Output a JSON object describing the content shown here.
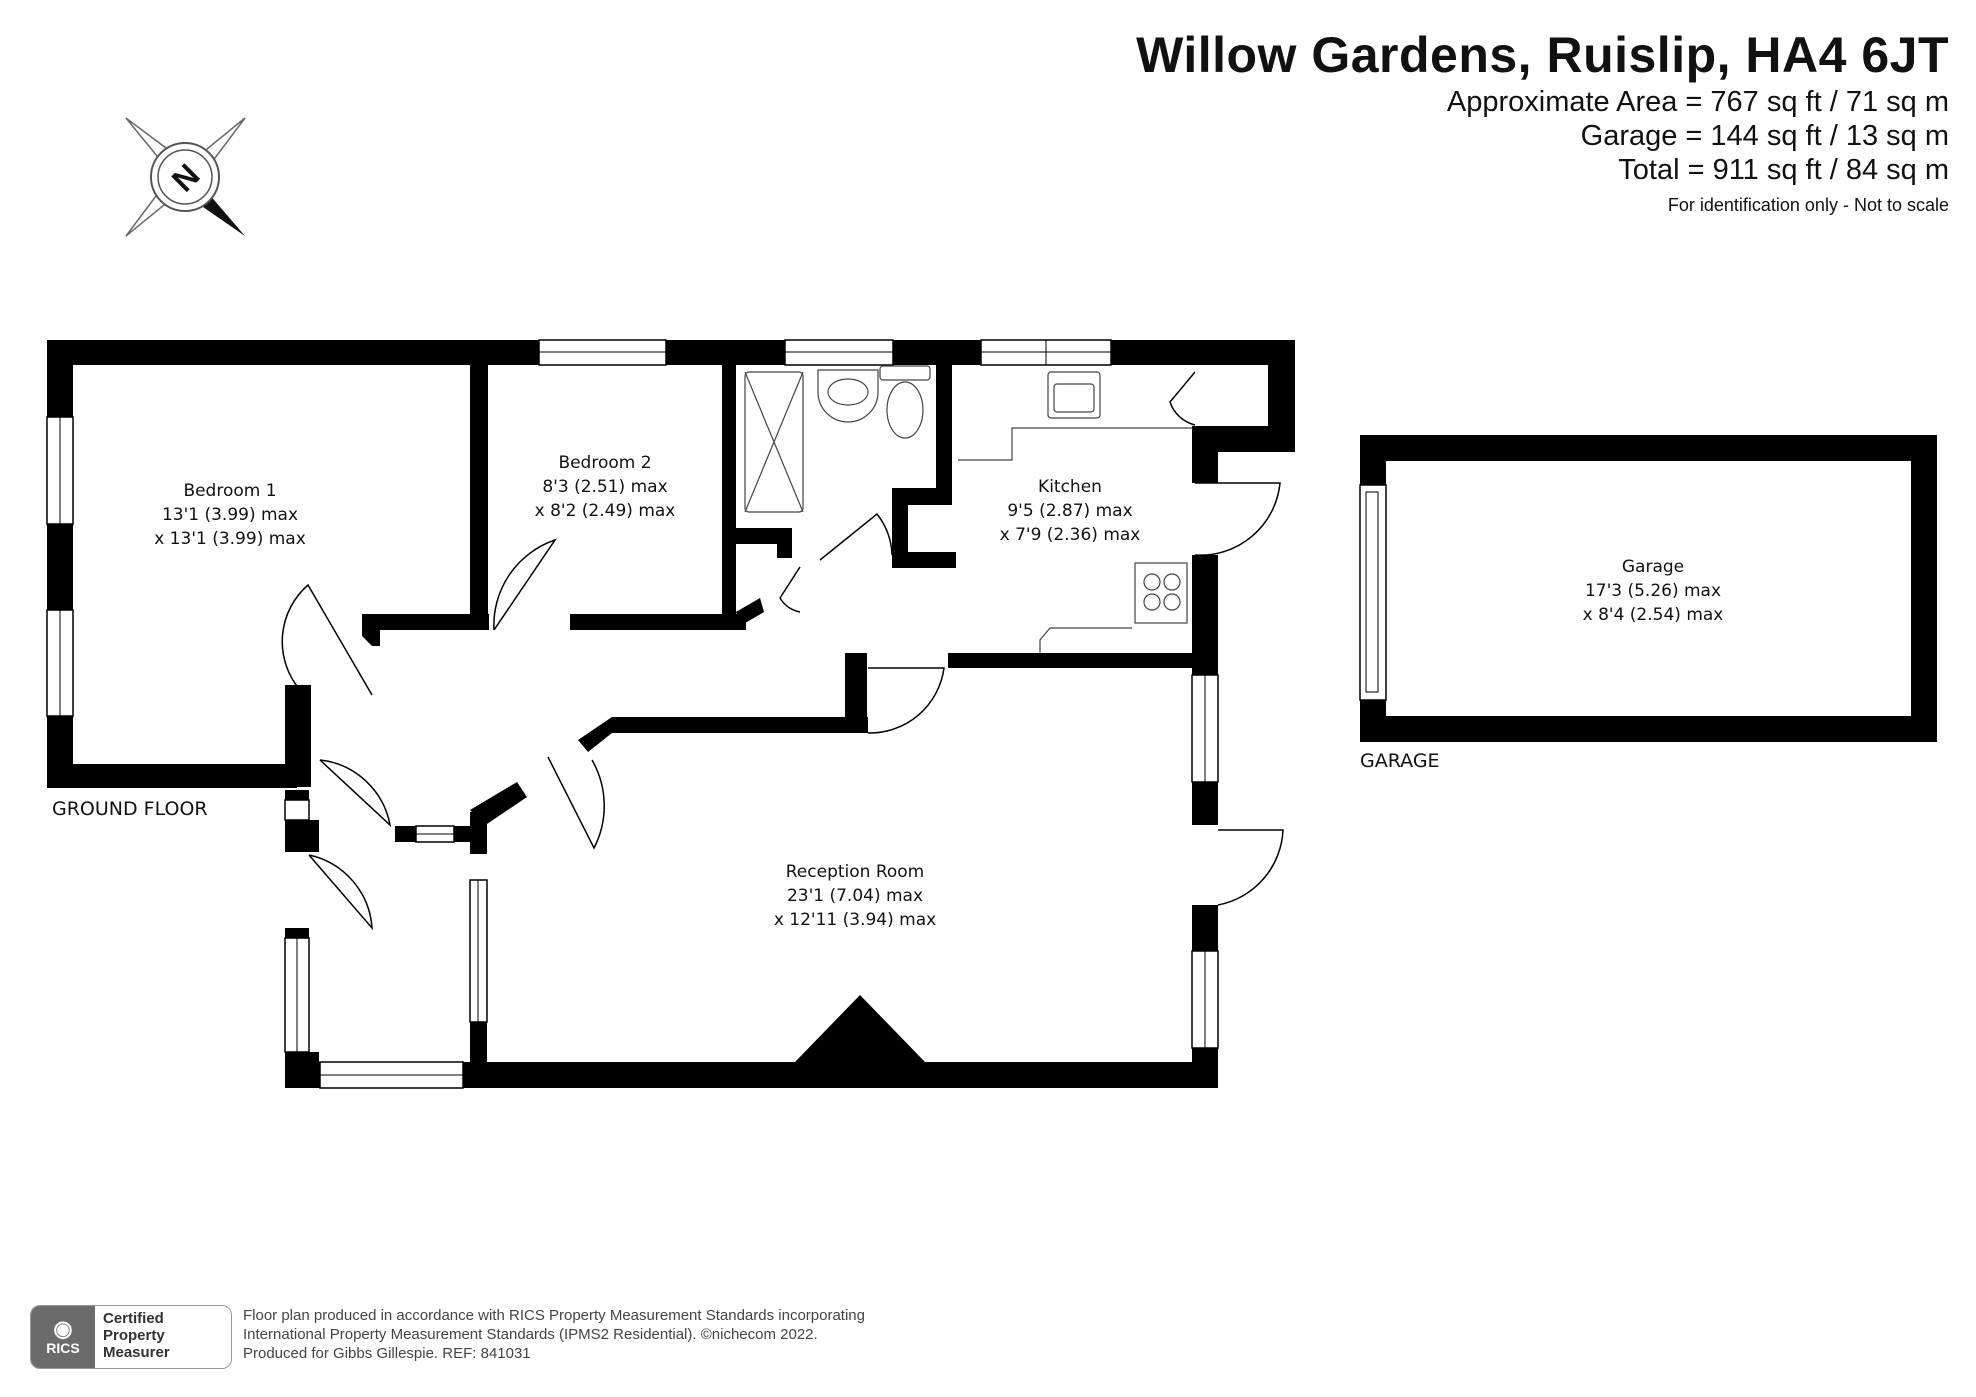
{
  "header": {
    "title": "Willow Gardens, Ruislip, HA4 6JT",
    "approx_area": "Approximate Area = 767 sq ft / 71 sq m",
    "garage_area": "Garage = 144 sq ft / 13 sq m",
    "total_area": "Total = 911 sq ft / 84 sq m",
    "note": "For identification only - Not to scale"
  },
  "compass": {
    "letter": "N"
  },
  "floors": {
    "ground": "GROUND FLOOR",
    "garage": "GARAGE"
  },
  "rooms": {
    "bedroom1": {
      "name": "Bedroom 1",
      "dim1": "13'1 (3.99) max",
      "dim2": "x 13'1 (3.99) max"
    },
    "bedroom2": {
      "name": "Bedroom 2",
      "dim1": "8'3 (2.51) max",
      "dim2": "x 8'2 (2.49) max"
    },
    "kitchen": {
      "name": "Kitchen",
      "dim1": "9'5 (2.87) max",
      "dim2": "x 7'9 (2.36) max"
    },
    "reception": {
      "name": "Reception Room",
      "dim1": "23'1 (7.04) max",
      "dim2": "x 12'11 (3.94) max"
    },
    "garage": {
      "name": "Garage",
      "dim1": "17'3 (5.26) max",
      "dim2": "x 8'4 (2.54) max"
    }
  },
  "footer": {
    "badge_brand": "RICS",
    "badge_line1": "Certified",
    "badge_line2": "Property",
    "badge_line3": "Measurer",
    "line1": "Floor plan produced in accordance with RICS Property Measurement Standards incorporating",
    "line2": "International Property Measurement Standards (IPMS2 Residential).   ©nichecom 2022.",
    "line3": "Produced for Gibbs Gillespie.   REF:  841031"
  }
}
